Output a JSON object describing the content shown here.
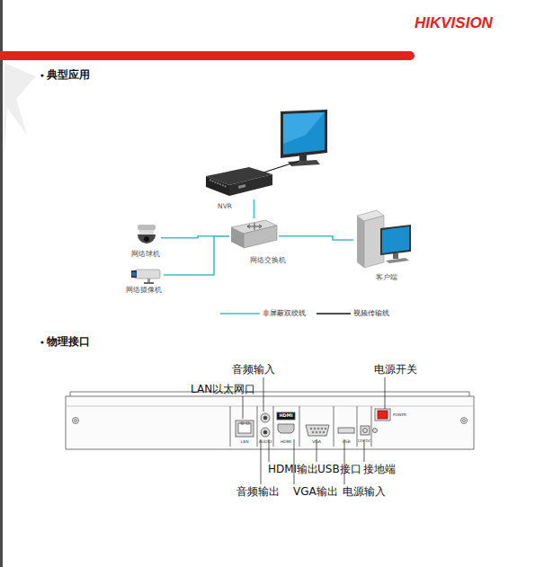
{
  "diagram": {
    "nodes": [
      {
        "text": [
          "NVR"
        ]
      },
      {
        "text": [
          "网络交换机"
        ]
      },
      {
        "text": [
          "网络球机"
        ]
      },
      {
        "text": [
          "网络摄像机"
        ]
      },
      {
        "text": [
          "客户端"
        ]
      }
    ],
    "edges": [
      {
        "from": 2,
        "to": 1,
        "arrow": "none"
      },
      {
        "from": 3,
        "to": 1,
        "arrow": "none"
      },
      {
        "from": 1,
        "to": 0,
        "arrow": "none"
      },
      {
        "from": 1,
        "to": 4,
        "arrow": "none"
      }
    ],
    "labels": [
      "HIKVISION",
      "典型应用",
      "物理接口",
      "音频输入",
      "LAN以太网口",
      "电源开关",
      "HDMI输出",
      "USB接口",
      "接地端",
      "音频输出",
      "VGA输出",
      "电源输入",
      "LAN",
      "AUDIO",
      "HDMI",
      "HDMI",
      "VGA",
      "USB",
      "12V DC",
      "POWER"
    ],
    "legend": [
      {
        "text": "非屏蔽双绞线"
      },
      {
        "text": "视频传输线"
      }
    ]
  }
}
